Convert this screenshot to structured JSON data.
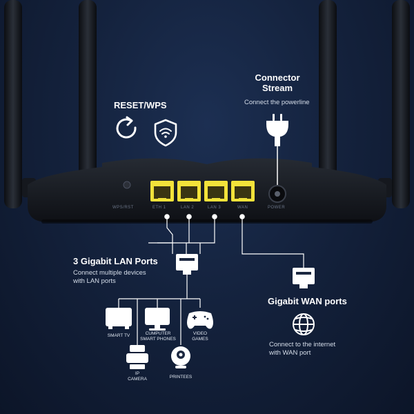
{
  "reset": {
    "title": "RESET/WPS",
    "port_label": "WPS/RST"
  },
  "connector": {
    "title_line1": "Connector",
    "title_line2": "Stream",
    "desc": "Connect the powerline"
  },
  "ports": {
    "lan1": "ETH 1",
    "lan2": "LAN 2",
    "lan3": "LAN 3",
    "wan": "WAN",
    "power": "POWER"
  },
  "lan": {
    "title": "3 Gigabit LAN Ports",
    "desc_line1": "Connect multiple devices",
    "desc_line2": "with LAN ports"
  },
  "wan": {
    "title": "Gigabit WAN ports",
    "desc_line1": "Connect to the internet",
    "desc_line2": "with WAN port"
  },
  "devices": {
    "smart_tv": "SMART TV",
    "computer_line1": "CUMPUTER",
    "computer_line2": "SMART PHONES",
    "games_line1": "VIDEO",
    "games_line2": "GAMES",
    "camera_line1": "IP",
    "camera_line2": "CAMERA",
    "printer": "PRINTEES"
  },
  "colors": {
    "port_yellow": "#f3e23a",
    "router_body": "#14171d",
    "background": "#14223d"
  }
}
